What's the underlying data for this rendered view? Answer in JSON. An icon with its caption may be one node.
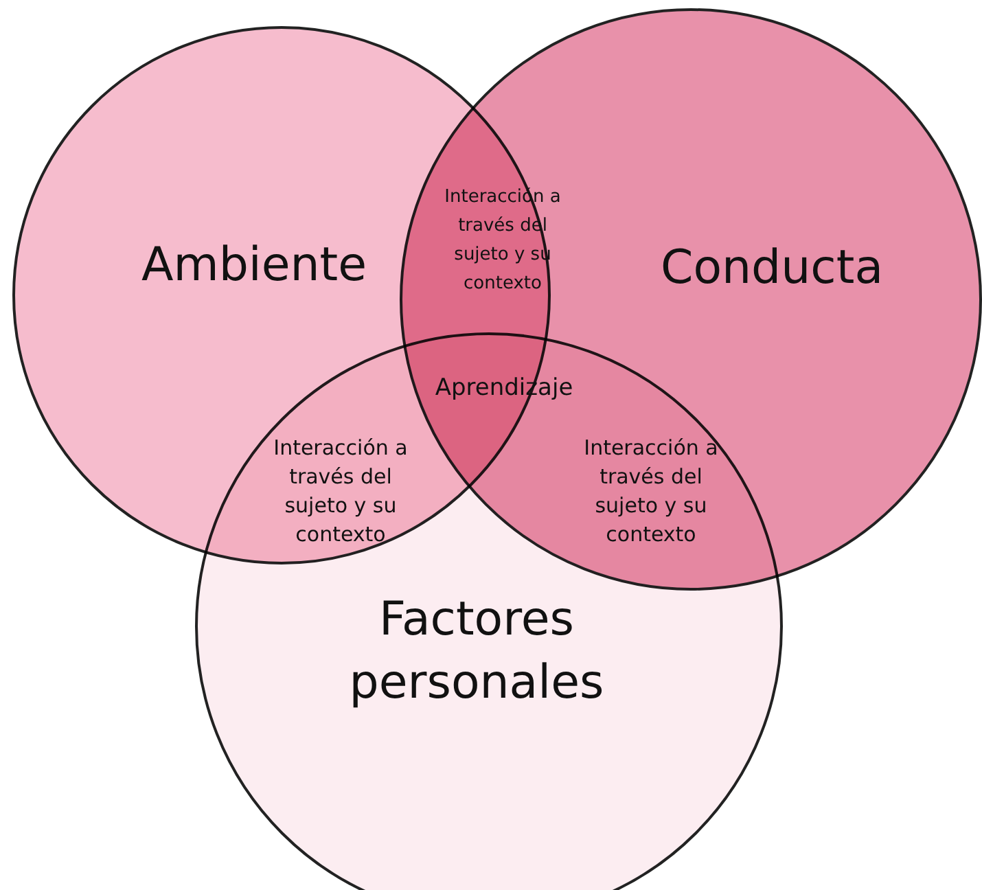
{
  "diagram": {
    "nodes": [
      {
        "text": [
          "Ambiente"
        ]
      },
      {
        "text": [
          "Conducta"
        ]
      },
      {
        "text": [
          "Factores personales"
        ]
      }
    ],
    "labels": [
      "Interacción a través del sujeto y su contexto",
      "Aprendizaje",
      "Interacción a través del sujeto y su contexto",
      "Interacción a través del sujeto y su contexto"
    ]
  }
}
